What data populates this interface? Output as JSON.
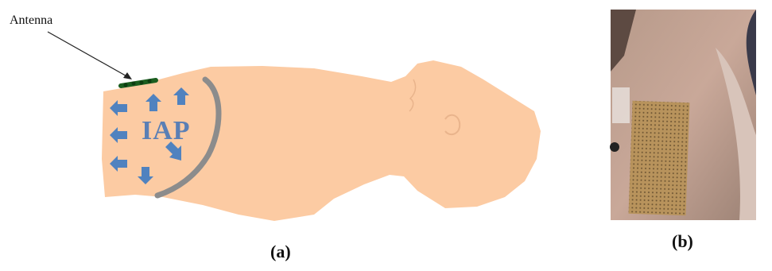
{
  "panel_a": {
    "antenna_label": "Antenna",
    "region_label": "IAP",
    "caption": "(a)",
    "colors": {
      "body": "#fccba3",
      "arrow": "#5082bf",
      "rib_line": "#8c8c8c",
      "antenna": "#1b5e20",
      "pointer": "#222222"
    },
    "arrow_directions": [
      "left",
      "left",
      "left",
      "up",
      "up",
      "down",
      "down-right"
    ]
  },
  "panel_b": {
    "caption": "(b)",
    "description_icon": "antenna-on-skin-photo"
  }
}
